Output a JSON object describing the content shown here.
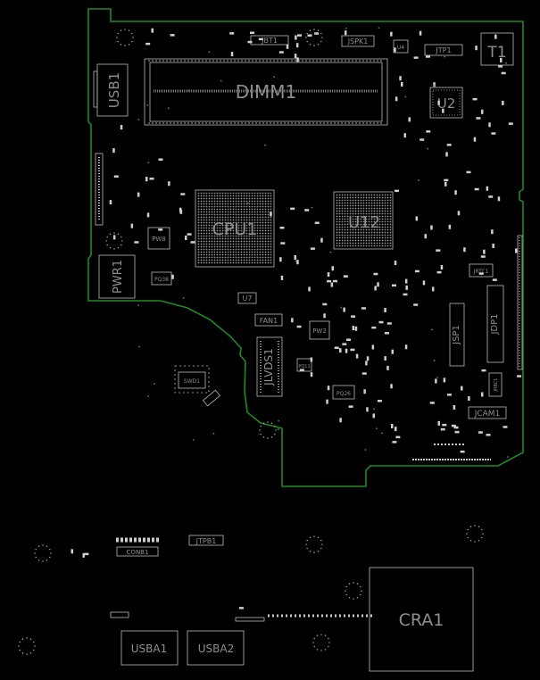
{
  "colors": {
    "background": "#000000",
    "board_outline": "#1f8a22",
    "component_outline": "#b8b8b8",
    "label": "#8e8e8e",
    "vias": "#2a9a7a"
  },
  "labels": {
    "dimm1": "DIMM1",
    "cpu1": "CPU1",
    "u12": "U12",
    "usb1": "USB1",
    "pwr1": "PWR1",
    "t1": "T1",
    "u2": "U2",
    "jlvds1": "JLVDS1",
    "jsp1": "JSP1",
    "jdp1": "JDP1",
    "jcam1": "JCAM1",
    "jrtc1": "JRTC1",
    "jrbc1": "JRBC1",
    "fan1": "FAN1",
    "u7": "U7",
    "pw8": "PW8",
    "pq38": "PQ38",
    "pw2": "PW2",
    "pq11": "PQ11",
    "pq26": "PQ26",
    "swd1": "SWD1",
    "jbt1": "JBT1",
    "jspk1": "JSPK1",
    "jtp1": "JTP1",
    "u4": "U4",
    "conb1": "CONB1",
    "jtpb1": "JTPB1",
    "usba1": "USBA1",
    "usba2": "USBA2",
    "cra1": "CRA1"
  }
}
